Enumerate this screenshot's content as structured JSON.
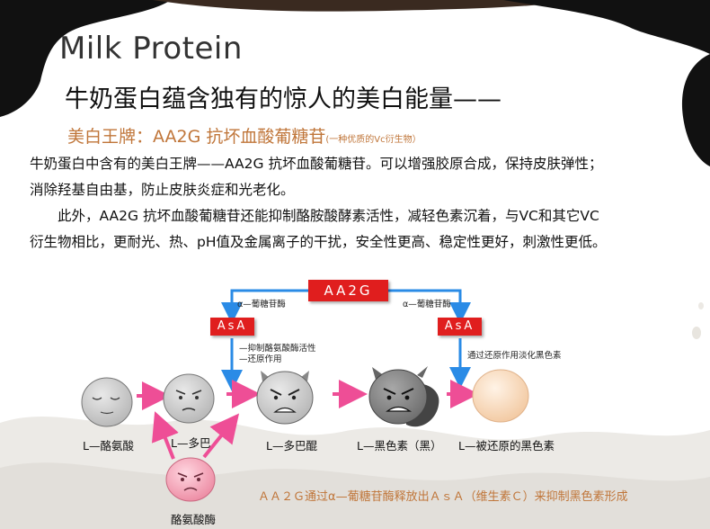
{
  "header": {
    "title_en": "Milk Protein",
    "title_cn": "牛奶蛋白蕴含独有的惊人的美白能量——",
    "subtitle_main": "美白王牌：AA2G 抗坏血酸葡糖苷",
    "subtitle_small": "(一种优质的Vc衍生物）"
  },
  "body": {
    "para1_line1": "牛奶蛋白中含有的美白王牌——AA2G 抗坏血酸葡糖苷。可以增强胶原合成，保持皮肤弹性；",
    "para1_line2": "消除羟基自由基，防止皮肤炎症和光老化。",
    "para2_line1": "此外，AA2G 抗坏血酸葡糖苷还能抑制酪胺酸酵素活性，减轻色素沉着，与VC和其它VC",
    "para2_line2": "衍生物相比，更耐光、热、pH值及金属离子的干扰，安全性更高、稳定性更好，刺激性更低。"
  },
  "diagram": {
    "top_box": "AA2G",
    "left_box": "AsA",
    "right_box": "AsA",
    "enzyme_left": "α—葡糖苷酶",
    "enzyme_right": "α—葡糖苷酶",
    "effect_line1": "—抑制酪氨酸酶活性",
    "effect_line2": "—还原作用",
    "right_effect": "通过还原作用淡化黑色素",
    "nodes": {
      "n1": "L—酪氨酸",
      "n2": "L—多巴",
      "n3": "L—多巴醌",
      "n4": "L—黑色素（黑）",
      "n5": "L—被还原的黑色素",
      "n6": "酪氨酸酶"
    },
    "caption": "ＡＡ２Ｇ通过α—葡糖苷酶释放出ＡｓＡ（维生素Ｃ）来抑制黑色素形成"
  },
  "colors": {
    "accent_orange": "#c0763a",
    "red_box": "#e01e1e",
    "blue_arrow": "#2a8be6",
    "pink_arrow": "#ee4e96",
    "cow_black": "#111111"
  }
}
